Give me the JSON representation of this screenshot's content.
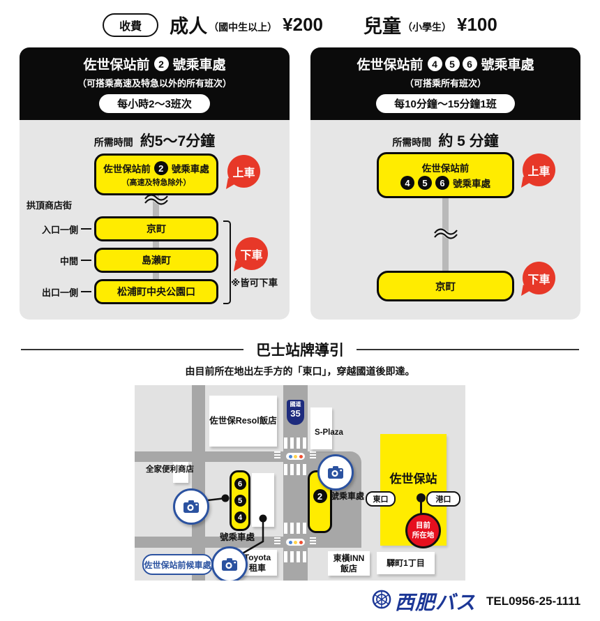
{
  "colors": {
    "yellow": "#ffec00",
    "red": "#e73828",
    "blue": "#2b52a0",
    "road_gray": "#a7a7a7",
    "navy_route": "#1d2b7d"
  },
  "fare": {
    "badge": "收費",
    "adult": {
      "name": "成人",
      "note": "（國中生以上）",
      "price": "¥200"
    },
    "child": {
      "name": "兒童",
      "note": "（小學生）",
      "price": "¥100"
    }
  },
  "panels": {
    "left": {
      "title_prefix": "佐世保站前",
      "numbers": [
        "2"
      ],
      "title_suffix": "號乘車處",
      "subtitle": "（可搭乘高速及特急以外的所有班次）",
      "frequency": "每小時2〜3班次",
      "time_label": "所需時間",
      "time_value": "約5〜7分鐘",
      "board": {
        "prefix": "佐世保站前",
        "number": "2",
        "suffix": "號乘車處",
        "note": "（高速及特急除外）"
      },
      "board_bubble": "上車",
      "arcade": "拱頂商店街",
      "stops": [
        {
          "pos": "入口一側",
          "name": "京町"
        },
        {
          "pos": "中間",
          "name": "島瀨町"
        },
        {
          "pos": "出口一側",
          "name": "松浦町中央公園口"
        }
      ],
      "alight_bubble": "下車",
      "alight_note": "※皆可下車"
    },
    "right": {
      "title_prefix": "佐世保站前",
      "numbers": [
        "4",
        "5",
        "6"
      ],
      "title_suffix": "號乘車處",
      "subtitle": "（可搭乘所有班次）",
      "frequency": "每10分鐘〜15分鐘1班",
      "time_label": "所需時間",
      "time_value": "約 5 分鐘",
      "board": {
        "line1": "佐世保站前",
        "numbers": [
          "4",
          "5",
          "6"
        ],
        "suffix": "號乘車處"
      },
      "board_bubble": "上車",
      "alight_stop": "京町",
      "alight_bubble": "下車"
    }
  },
  "guide": {
    "title": "巴士站牌導引",
    "description": "由目前所在地出左手方的「東口」，穿越國道後即達。"
  },
  "map": {
    "route_badge": {
      "label": "國道",
      "number": "35"
    },
    "buildings": {
      "resol": "佐世保Resol飯店",
      "splaza": "S-Plaza",
      "familymart": "全家便利商店",
      "toyota1": "Toyota",
      "toyota2": "租車",
      "toyoko1": "東橫INN",
      "toyoko2": "飯店",
      "ekimachi": "驛町1丁目"
    },
    "stop654": {
      "numbers": [
        "6",
        "5",
        "4"
      ],
      "label": "號乘車處"
    },
    "stop2": {
      "number": "2",
      "label": "號乘車處"
    },
    "station": {
      "name": "佐世保站",
      "east_exit": "東口",
      "port_exit": "港口"
    },
    "current": {
      "line1": "目前",
      "line2": "所在地"
    },
    "waiting_label": "佐世保站前候車處"
  },
  "footer": {
    "logo": "西肥バス",
    "tel": "TEL0956-25-1111"
  }
}
